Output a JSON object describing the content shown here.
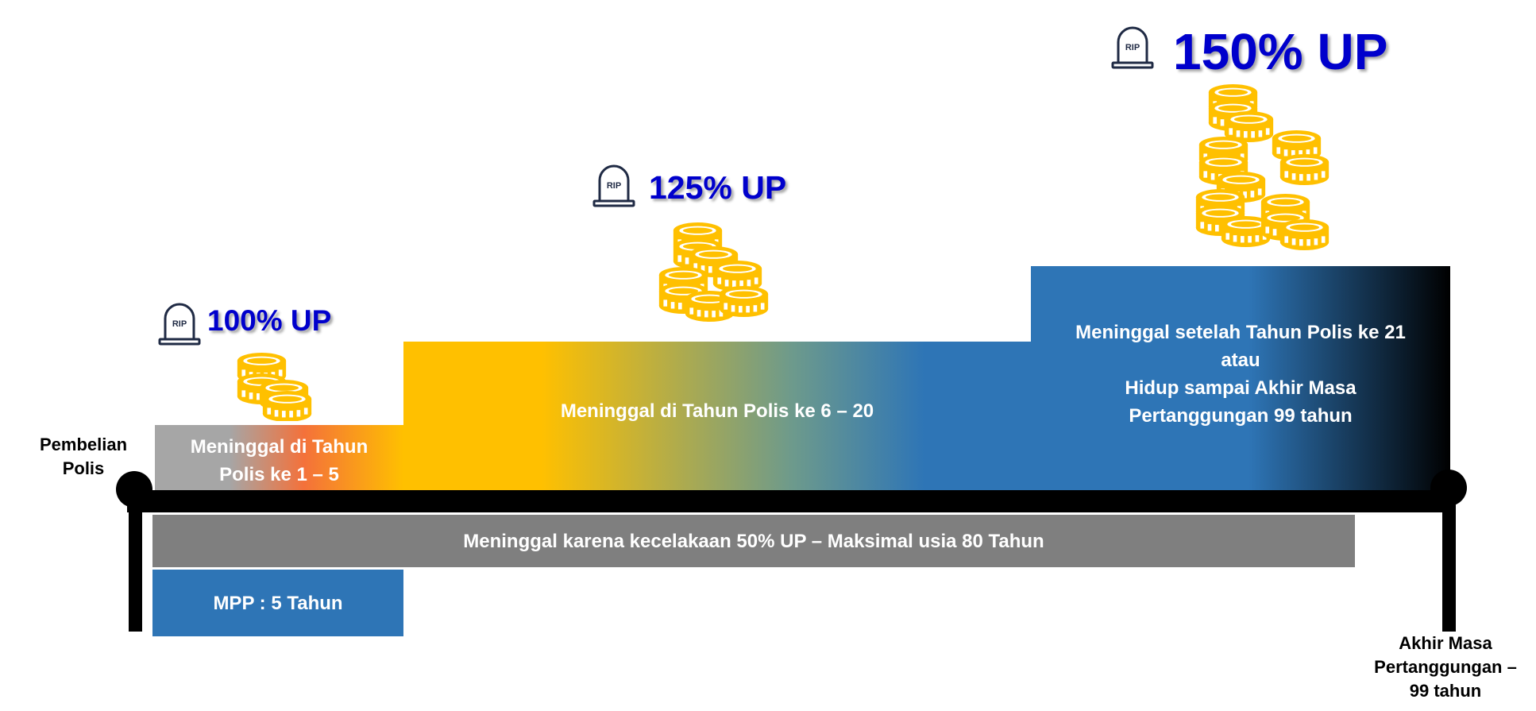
{
  "start_label": "Pembelian Polis",
  "end_label": "Akhir Masa Pertanggungan – 99 tahun",
  "stages": [
    {
      "up": "100% UP",
      "rip": "RIP",
      "text": "Meninggal di Tahun Polis ke 1 – 5"
    },
    {
      "up": "125% UP",
      "rip": "RIP",
      "text": "Meninggal di Tahun Polis ke 6 – 20"
    },
    {
      "up": "150% UP",
      "rip": "RIP",
      "text_lines": [
        "Meninggal setelah Tahun Polis ke 21",
        "atau",
        "Hidup sampai Akhir Masa Pertanggungan 99 tahun"
      ]
    }
  ],
  "accident_text": "Meninggal karena kecelakaan 50% UP – Maksimal usia 80 Tahun",
  "mpp_text": "MPP : 5 Tahun",
  "colors": {
    "up_label": "#0000cc",
    "coin": "#ffc000",
    "blue": "#2e75b6",
    "grey": "#7f7f7f"
  },
  "icons": [
    "tombstone-icon",
    "coin-stack-icon"
  ]
}
